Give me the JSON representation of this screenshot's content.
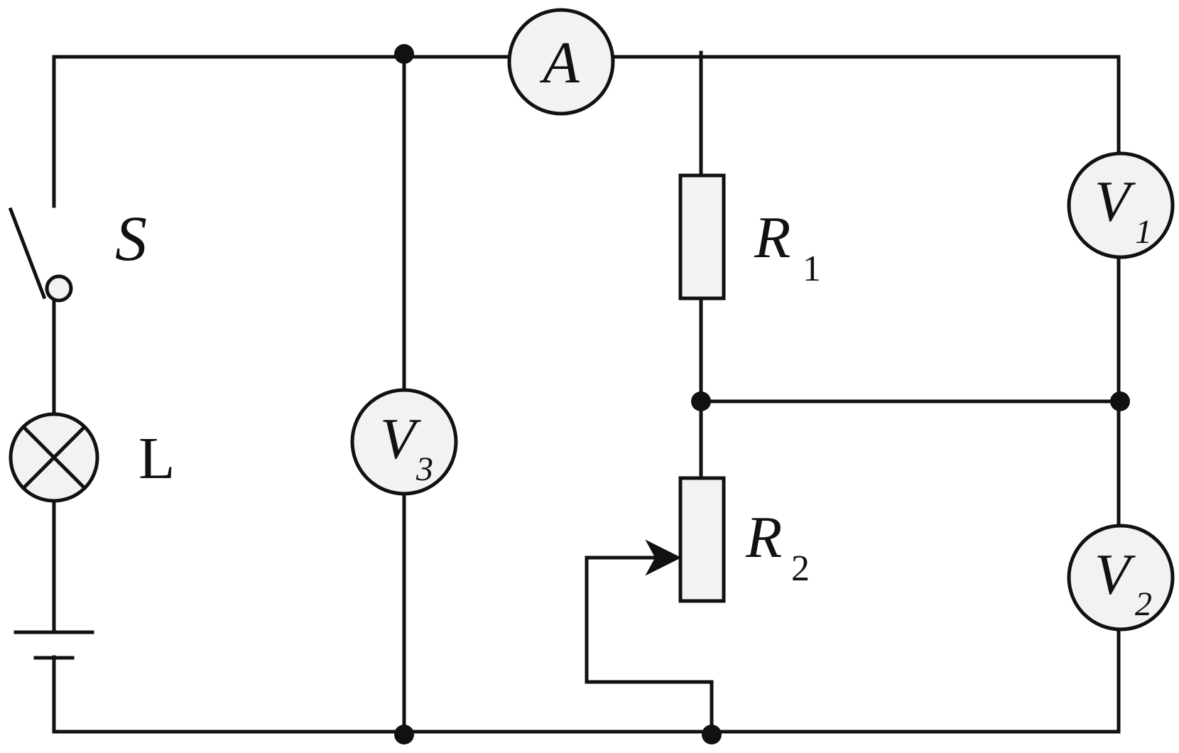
{
  "labels": {
    "switch": "S",
    "lamp": "L",
    "ammeter": "A",
    "voltmeter1": "V",
    "voltmeter1_sub": "1",
    "voltmeter2": "V",
    "voltmeter2_sub": "2",
    "voltmeter3": "V",
    "voltmeter3_sub": "3",
    "resistor1": "R",
    "resistor1_sub": "1",
    "resistor2": "R",
    "resistor2_sub": "2"
  },
  "colors": {
    "line": "#111111",
    "component_fill": "#f2f2f2"
  }
}
